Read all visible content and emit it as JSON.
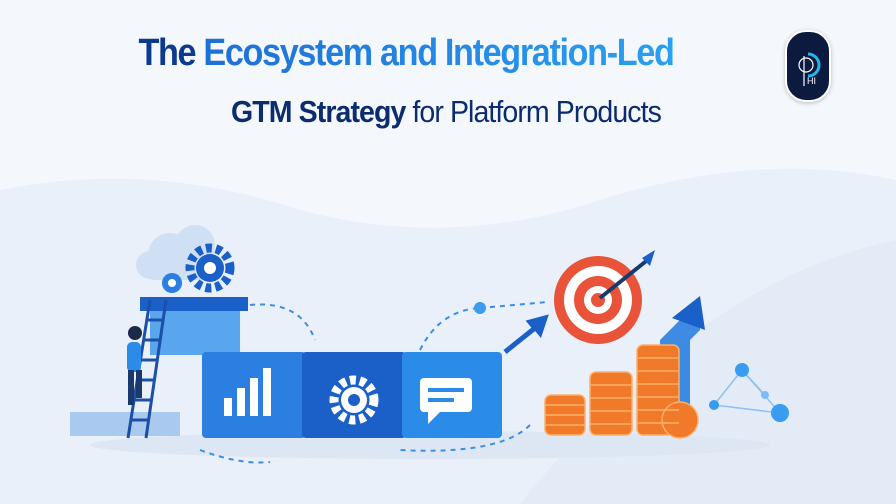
{
  "title": {
    "line1_part1": "The",
    "line1_part2": "Ecosystem and Integration-Led",
    "line2_bold": "GTM Strategy",
    "line2_regular": "for Platform Products"
  },
  "logo": {
    "text": "PHI"
  },
  "colors": {
    "navy": "#0d3a8f",
    "blue": "#1f6fd6",
    "light_blue": "#2aa0f0",
    "orange": "#f07a2a",
    "target_red": "#e8533a"
  },
  "icons": [
    "cloud-icon",
    "gear-icon",
    "ladder-icon",
    "person-icon",
    "bar-chart-icon",
    "chat-icon",
    "target-icon",
    "arrow-icon",
    "coin-stack-icon",
    "network-icon"
  ]
}
